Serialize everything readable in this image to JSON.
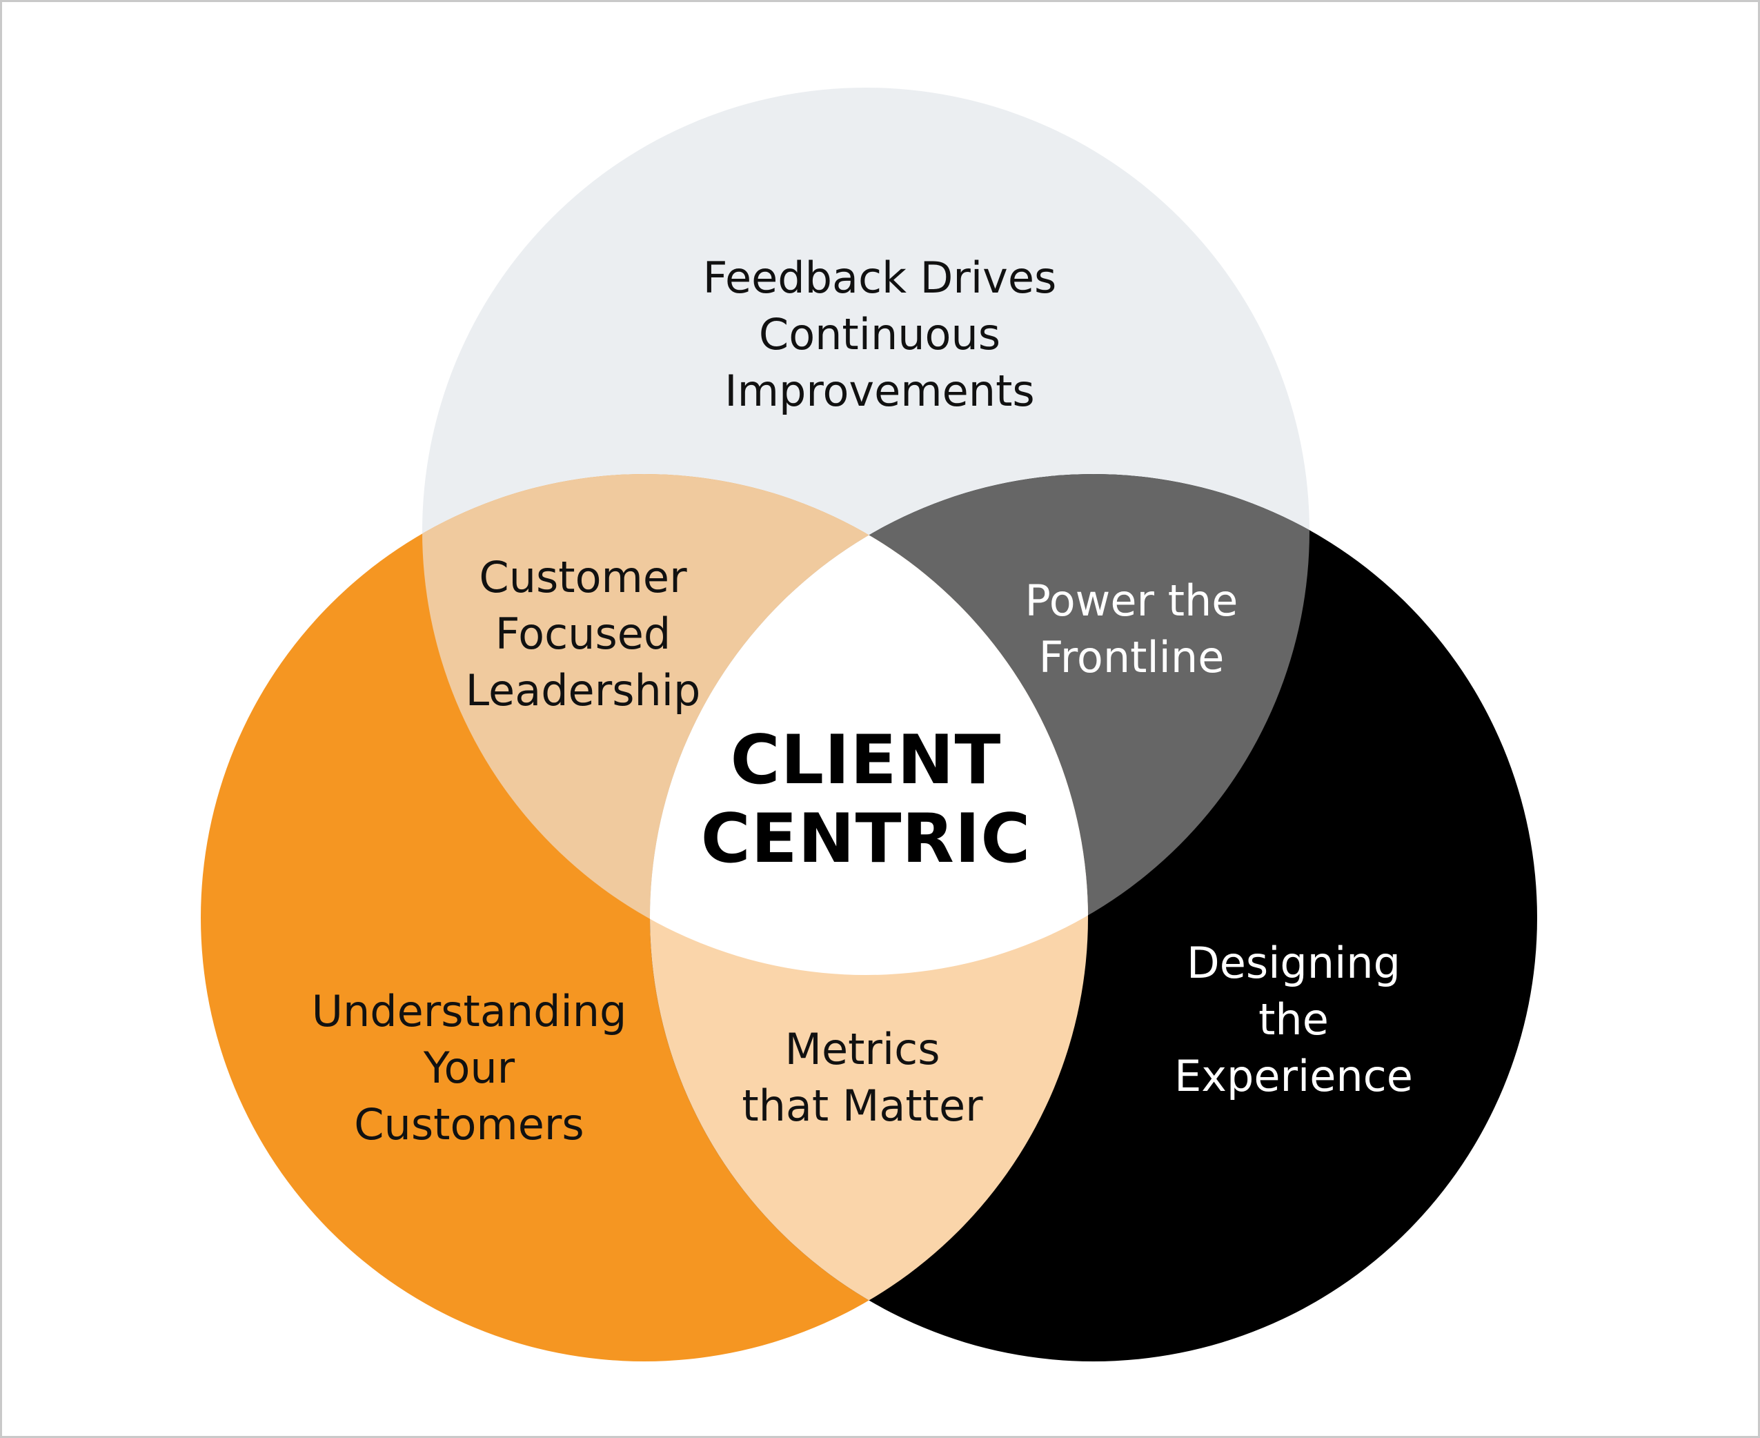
{
  "colors": {
    "top_circle": "#ebeef1",
    "left_circle": "#f59622",
    "right_circle": "#000000",
    "top_left_overlap": "#f0ca9e",
    "top_right_overlap": "#666666",
    "bottom_overlap": "#fad5aa",
    "center": "#ffffff"
  },
  "regions": {
    "top": "Feedback Drives\nContinuous\nImprovements",
    "left": "Understanding\nYour\nCustomers",
    "right": "Designing\nthe\nExperience",
    "top_left": "Customer\nFocused\nLeadership",
    "top_right": "Power the\nFrontline",
    "bottom": "Metrics\nthat Matter",
    "center": "CLIENT\nCENTRIC"
  }
}
